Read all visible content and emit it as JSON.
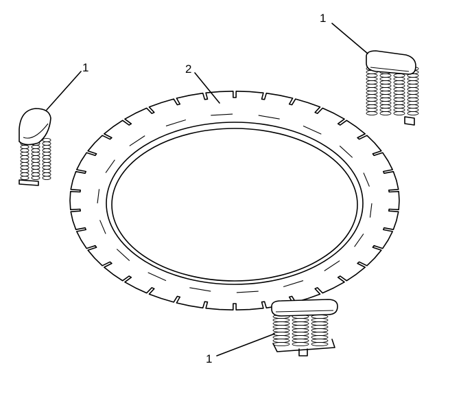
{
  "callouts": {
    "spring_top_right": "1",
    "spring_left": "1",
    "plate": "2",
    "spring_bottom": "1"
  }
}
